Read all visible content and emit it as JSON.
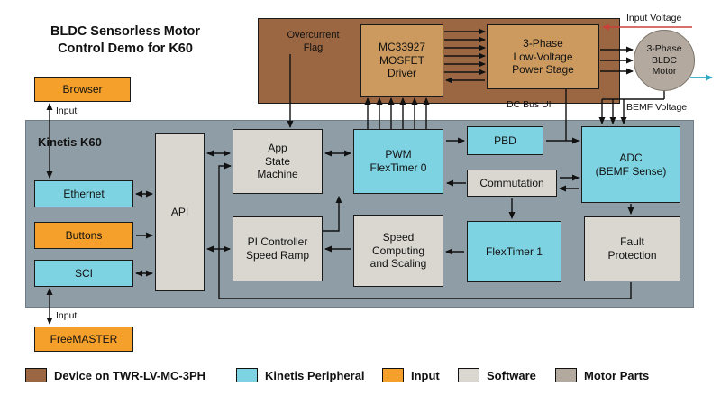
{
  "title": "BLDC Sensorless Motor\nControl Demo for K60",
  "colors": {
    "device_brown": "#9A6742",
    "device_tan": "#CC9A5E",
    "kinetis_cyan": "#7ED3E2",
    "input_orange": "#F5A02B",
    "software_gray": "#DAD7D0",
    "mcu_container_gray": "#8E9DA6",
    "motor_parts_gray": "#B3A99E",
    "wire_black": "#111111",
    "input_voltage_red": "#C8413A",
    "motor_shaft_teal": "#2FA8C5"
  },
  "peripherals_left": {
    "browser": "Browser",
    "input_label_top": "Input",
    "ethernet": "Ethernet",
    "buttons": "Buttons",
    "sci": "SCI",
    "input_label_bottom": "Input",
    "freemaster": "FreeMASTER"
  },
  "board": {
    "overcurrent_flag": "Overcurrent\nFlag",
    "mosfet_driver": "MC33927\nMOSFET\nDriver",
    "power_stage": "3-Phase\nLow-Voltage\nPower Stage",
    "motor": "3-Phase\nBLDC\nMotor",
    "input_voltage_label": "Input Voltage",
    "dc_bus_label": "DC Bus UI",
    "bemf_label": "BEMF Voltage"
  },
  "mcu": {
    "label": "Kinetis K60",
    "api": "API",
    "app_state_machine": "App\nState\nMachine",
    "pwm_flextimer0": "PWM\nFlexTimer 0",
    "pbd": "PBD",
    "commutation": "Commutation",
    "adc_bemf_sense": "ADC\n(BEMF Sense)",
    "pi_controller": "PI Controller\nSpeed Ramp",
    "speed_computing": "Speed\nComputing\nand Scaling",
    "flextimer1": "FlexTimer 1",
    "fault_protection": "Fault\nProtection"
  },
  "legend": [
    {
      "label": "Device on TWR-LV-MC-3PH",
      "color": "#9A6742"
    },
    {
      "label": "Kinetis Peripheral",
      "color": "#7ED3E2"
    },
    {
      "label": "Input",
      "color": "#F5A02B"
    },
    {
      "label": "Software",
      "color": "#DAD7D0"
    },
    {
      "label": "Motor Parts",
      "color": "#B3A99E"
    }
  ]
}
